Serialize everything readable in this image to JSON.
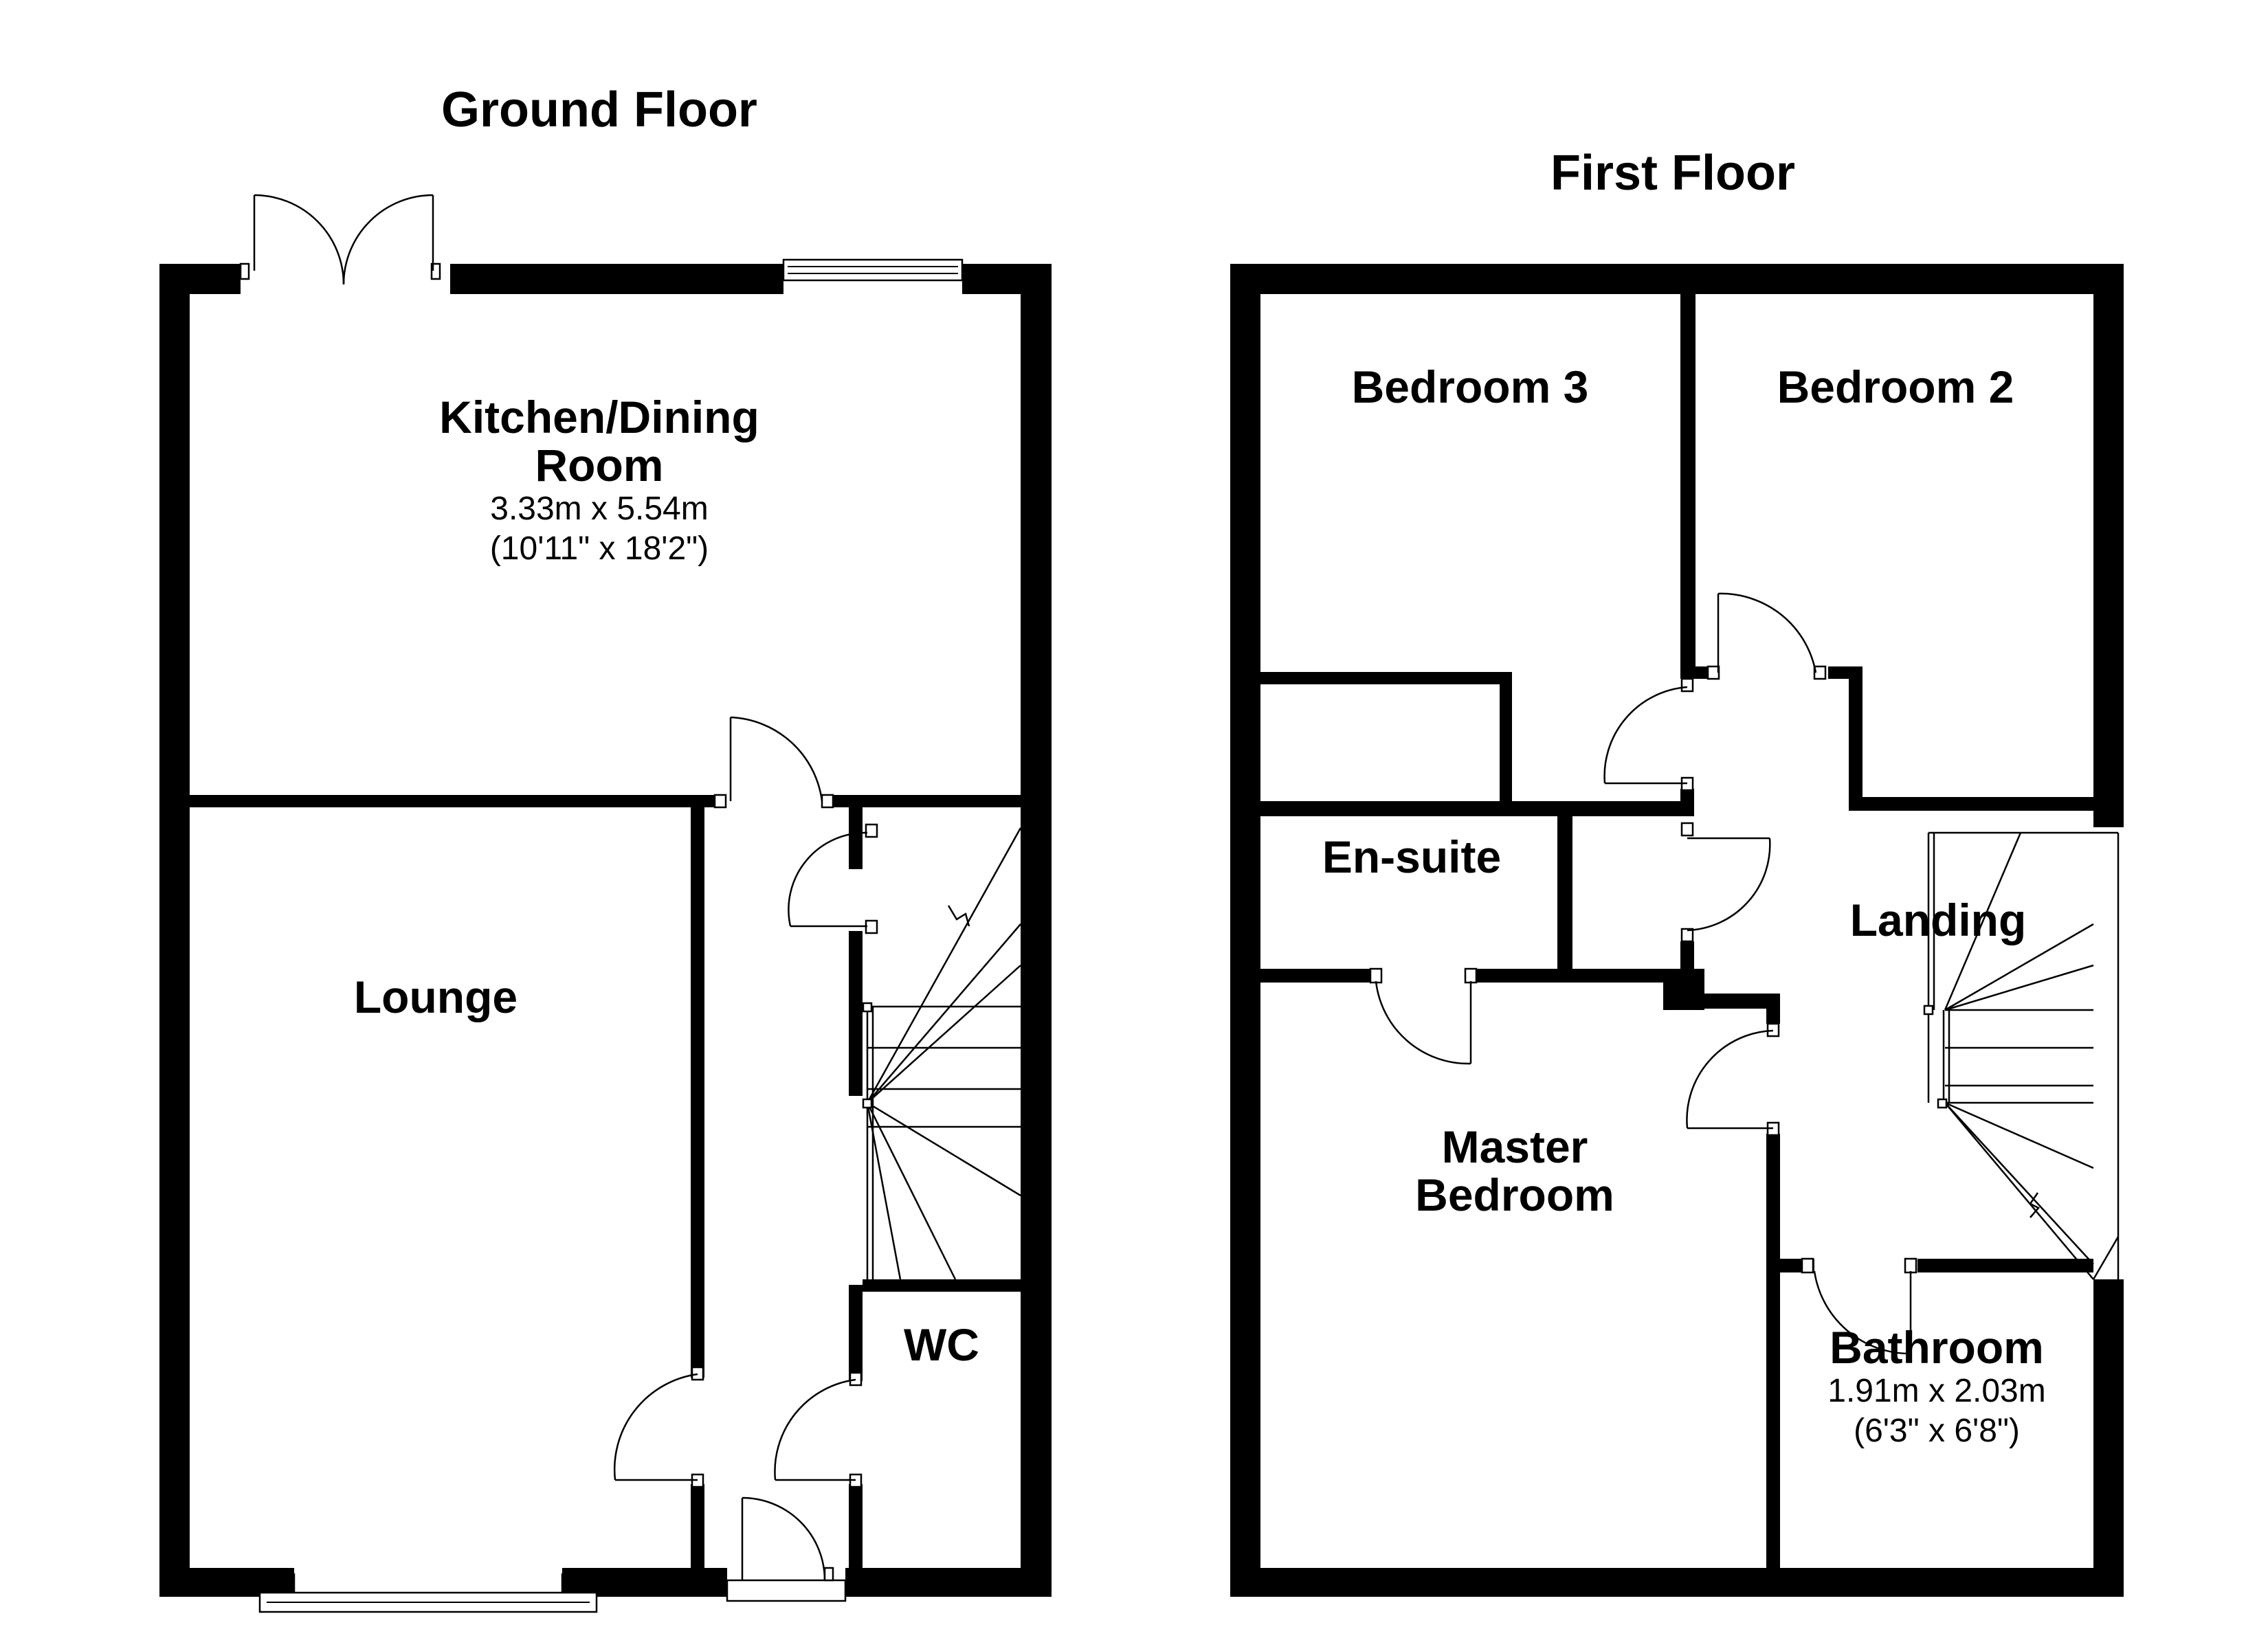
{
  "floors": [
    {
      "title": "Ground Floor",
      "rooms": [
        {
          "name": [
            "Kitchen/Dining",
            "Room"
          ],
          "metric": "3.33m x 5.54m",
          "imperial": "(10'11\" x 18'2\")"
        },
        {
          "name": [
            "Lounge"
          ]
        },
        {
          "name": [
            "WC"
          ]
        }
      ]
    },
    {
      "title": "First Floor",
      "rooms": [
        {
          "name": [
            "Bedroom 3"
          ]
        },
        {
          "name": [
            "Bedroom 2"
          ]
        },
        {
          "name": [
            "En-suite"
          ]
        },
        {
          "name": [
            "Landing"
          ]
        },
        {
          "name": [
            "Master",
            "Bedroom"
          ]
        },
        {
          "name": [
            "Bathroom"
          ],
          "metric": "1.91m x 2.03m",
          "imperial": "(6'3\" x 6'8\")"
        }
      ]
    }
  ]
}
